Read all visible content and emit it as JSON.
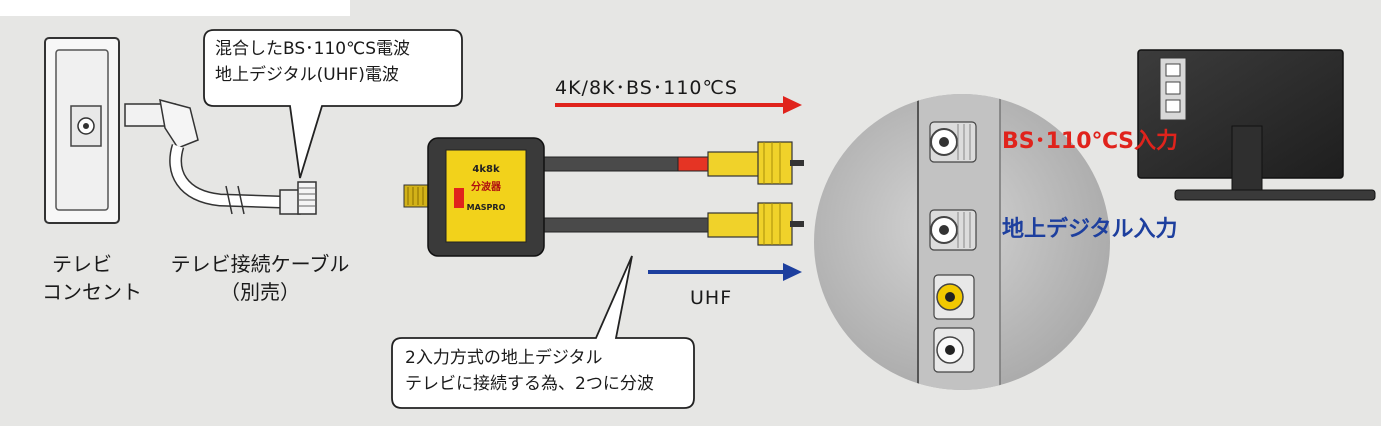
{
  "labels": {
    "wall_outlet": [
      "テレビ",
      "コンセント"
    ],
    "cable": [
      "テレビ接続ケーブル",
      "（別売）"
    ],
    "bubble_top": [
      "混合したBS･110℃S電波",
      "地上デジタル(UHF)電波"
    ],
    "bubble_bottom": [
      "2入力方式の地上デジタル",
      "テレビに接続する為、2つに分波"
    ],
    "arrow_bs": "4K/8K･BS･110℃S",
    "arrow_uhf": "UHF",
    "port_bs": "BS･110℃S入力",
    "port_terrestrial": "地上デジタル入力",
    "splitter_text": [
      "4k8k",
      "分波器",
      "MASPRO"
    ]
  },
  "colors": {
    "bs_red": "#e0231c",
    "uhf_blue": "#1d3f9e",
    "splitter_yellow": "#f2d21b",
    "connector_yellow": "#f0d22a"
  }
}
